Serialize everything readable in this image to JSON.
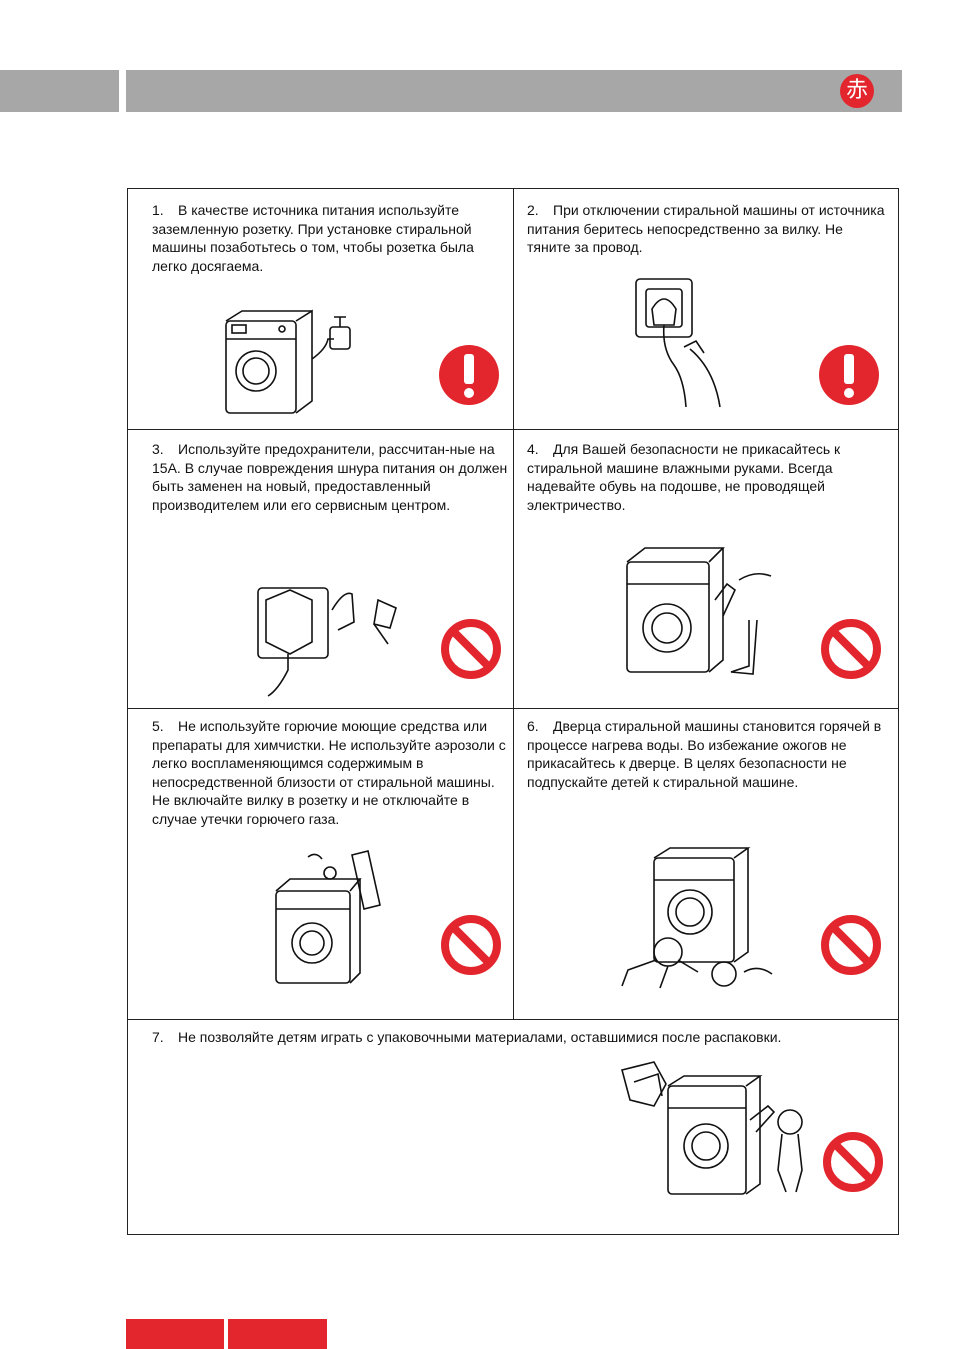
{
  "header": {
    "logo_char": "赤",
    "brand_color": "#e3262d",
    "bar_color": "#a7a7a7"
  },
  "items": [
    {
      "num": "1.",
      "text": "В качестве источника питания используйте заземленную розетку. При установке стиральной машины позаботьтесь о том, чтобы розетка была легко досягаема.",
      "sign": "mandatory-icon",
      "illustration": "washer-with-grounded-socket-illustration"
    },
    {
      "num": "2.",
      "text": "При отключении стиральной машины от источника питания беритесь непосредственно за вилку. Не тяните за провод.",
      "sign": "mandatory-icon",
      "illustration": "hand-pulling-plug-illustration"
    },
    {
      "num": "3.",
      "text": "Используйте предохранители, рассчитан-ные на 15А. В случае повреждения шнура питания он должен быть заменен на новый, предоставленный производителем или его сервисным центром.",
      "sign": "prohibition-icon",
      "illustration": "damaged-plug-illustration"
    },
    {
      "num": "4.",
      "text": "Для Вашей безопасности не прикасайтесь к стиральной машине влажными руками. Всегда надевайте обувь на подошве, не проводящей электричество.",
      "sign": "prohibition-icon",
      "illustration": "wet-hands-barefoot-illustration"
    },
    {
      "num": "5.",
      "text": "Не используйте горючие моющие средства или препараты для химчистки. Не используйте аэрозоли с легко воспламеняющимся содержимым в непосредственной близости от стиральной машины. Не включайте вилку в розетку и не отключайте в случае утечки горючего газа.",
      "sign": "prohibition-icon",
      "illustration": "aerosol-near-washer-illustration"
    },
    {
      "num": "6.",
      "text": "Дверца стиральной машины становится горячей в процессе нагрева воды. Во избежание ожогов не прикасайтесь к дверце. В целях безопасности не подпускайте детей к стиральной машине.",
      "sign": "prohibition-icon",
      "illustration": "child-near-washer-illustration"
    },
    {
      "num": "7.",
      "text": "Не позволяйте детям играть с упаковочными материалами, оставшимися после распаковки.",
      "sign": "prohibition-icon",
      "illustration": "packaging-child-illustration"
    }
  ]
}
